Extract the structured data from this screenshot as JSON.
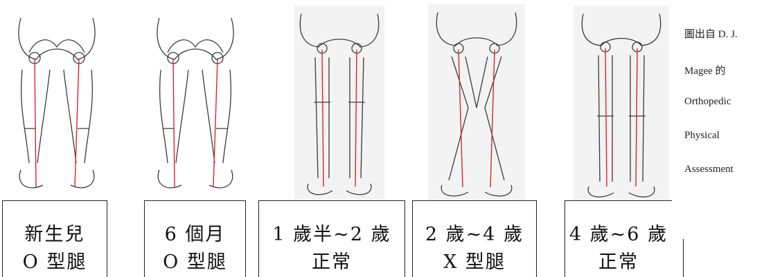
{
  "figures": [
    {
      "caption_line1": "新生兒",
      "caption_line2": "O 型腿"
    },
    {
      "caption_line1": "6 個月",
      "caption_line2": "O 型腿"
    },
    {
      "caption_line1": "1 歲半~2 歲",
      "caption_line2": "正常"
    },
    {
      "caption_line1": "2 歲~4 歲",
      "caption_line2": "X 型腿"
    },
    {
      "caption_line1": "4 歲~6 歲",
      "caption_line2": "正常"
    }
  ],
  "credit": {
    "line1": "圖出自 D. J.",
    "line2": "Magee 的",
    "line3": "Orthopedic",
    "line4": "Physical",
    "line5": "Assessment"
  },
  "colors": {
    "axis_line": "#d9242d",
    "outline": "#3a3a3a"
  }
}
